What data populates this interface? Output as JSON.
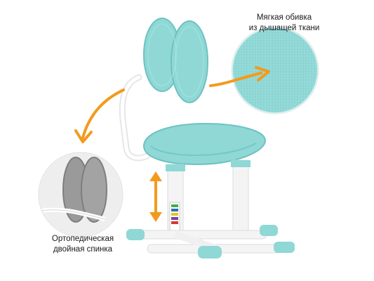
{
  "captions": {
    "fabric": {
      "line1": "Мягкая обивка",
      "line2": "из дышащей ткани"
    },
    "backrest": {
      "line1": "Ортопедическая",
      "line2": "двойная спинка"
    }
  },
  "colors": {
    "upholstery": "#8fd8d6",
    "upholstery_shade": "#6cc3c2",
    "frame": "#f2f2f2",
    "accent_arrow": "#f39a1d",
    "backrest_gray": "#9a9a9a"
  },
  "icons": [
    "height-adjust-arrow-icon",
    "pointer-arrow-icon"
  ]
}
